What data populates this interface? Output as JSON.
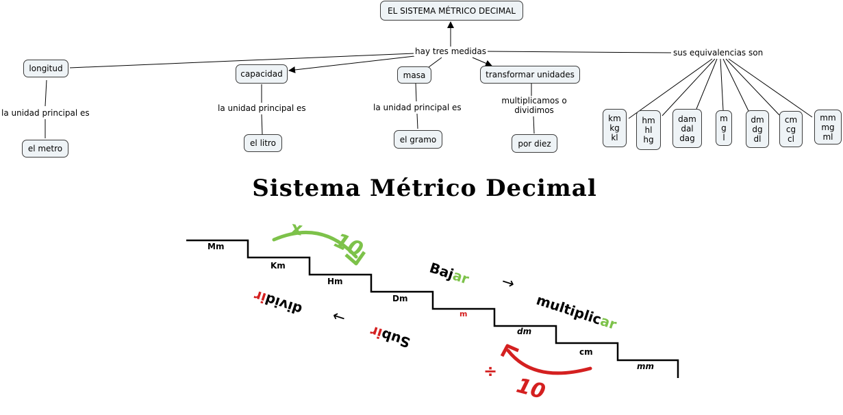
{
  "concept_map": {
    "root": "EL SISTEMA MÉTRICO DECIMAL",
    "root_linking_phrase": "hay tres medidas",
    "measures": [
      {
        "name": "longitud",
        "link": "la unidad principal es",
        "unit": "el metro"
      },
      {
        "name": "capacidad",
        "link": "la unidad principal es",
        "unit": "el litro"
      },
      {
        "name": "masa",
        "link": "la unidad principal es",
        "unit": "el gramo"
      }
    ],
    "transform": {
      "name": "transformar unidades",
      "link": "multiplicamos o\ndividimos",
      "result": "por diez"
    },
    "equivalences": {
      "link": "sus equivalencias son",
      "groups": [
        "km\nkg\nkl",
        "hm\nhl\nhg",
        "dam\ndal\ndag",
        "m\ng\nl",
        "dm\ndg\ndl",
        "cm\ncg\ncl",
        "mm\nmg\nml"
      ]
    }
  },
  "image": {
    "title": "Sistema Métrico Decimal",
    "stairs": [
      "Mm",
      "Km",
      "Hm",
      "Dm",
      "m",
      "dm",
      "cm",
      "mm"
    ],
    "multiply_badge": {
      "op": "x",
      "factor": "10"
    },
    "divide_badge": {
      "op": "÷",
      "factor": "10"
    },
    "down_rule": {
      "verb_stem": "Baj",
      "verb_end": "ar",
      "arrow": "→",
      "action_stem": "multiplic",
      "action_end": "ar"
    },
    "up_rule": {
      "verb_stem": "Sub",
      "verb_end": "ir",
      "arrow": "←",
      "action_stem": "divid",
      "action_end": "ir"
    },
    "colors": {
      "green": "#7dc24a",
      "red": "#d42020",
      "node_bg": "#eef3f6"
    }
  }
}
